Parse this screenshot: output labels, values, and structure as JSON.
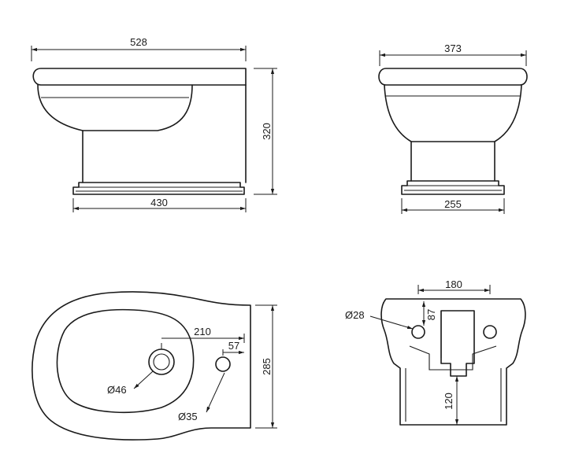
{
  "side_view": {
    "overall_width": "528",
    "height": "320",
    "base_width": "430"
  },
  "front_view": {
    "top_width": "373",
    "base_width": "255"
  },
  "top_view": {
    "depth": "285",
    "tap_hole_offset": "210",
    "overflow_offset": "57",
    "drain_diameter": "Ø46",
    "tap_diameter": "Ø35"
  },
  "rear_view": {
    "fixing_spacing": "180",
    "fixing_diameter": "Ø28",
    "fixing_height": "87",
    "waste_height": "120"
  }
}
